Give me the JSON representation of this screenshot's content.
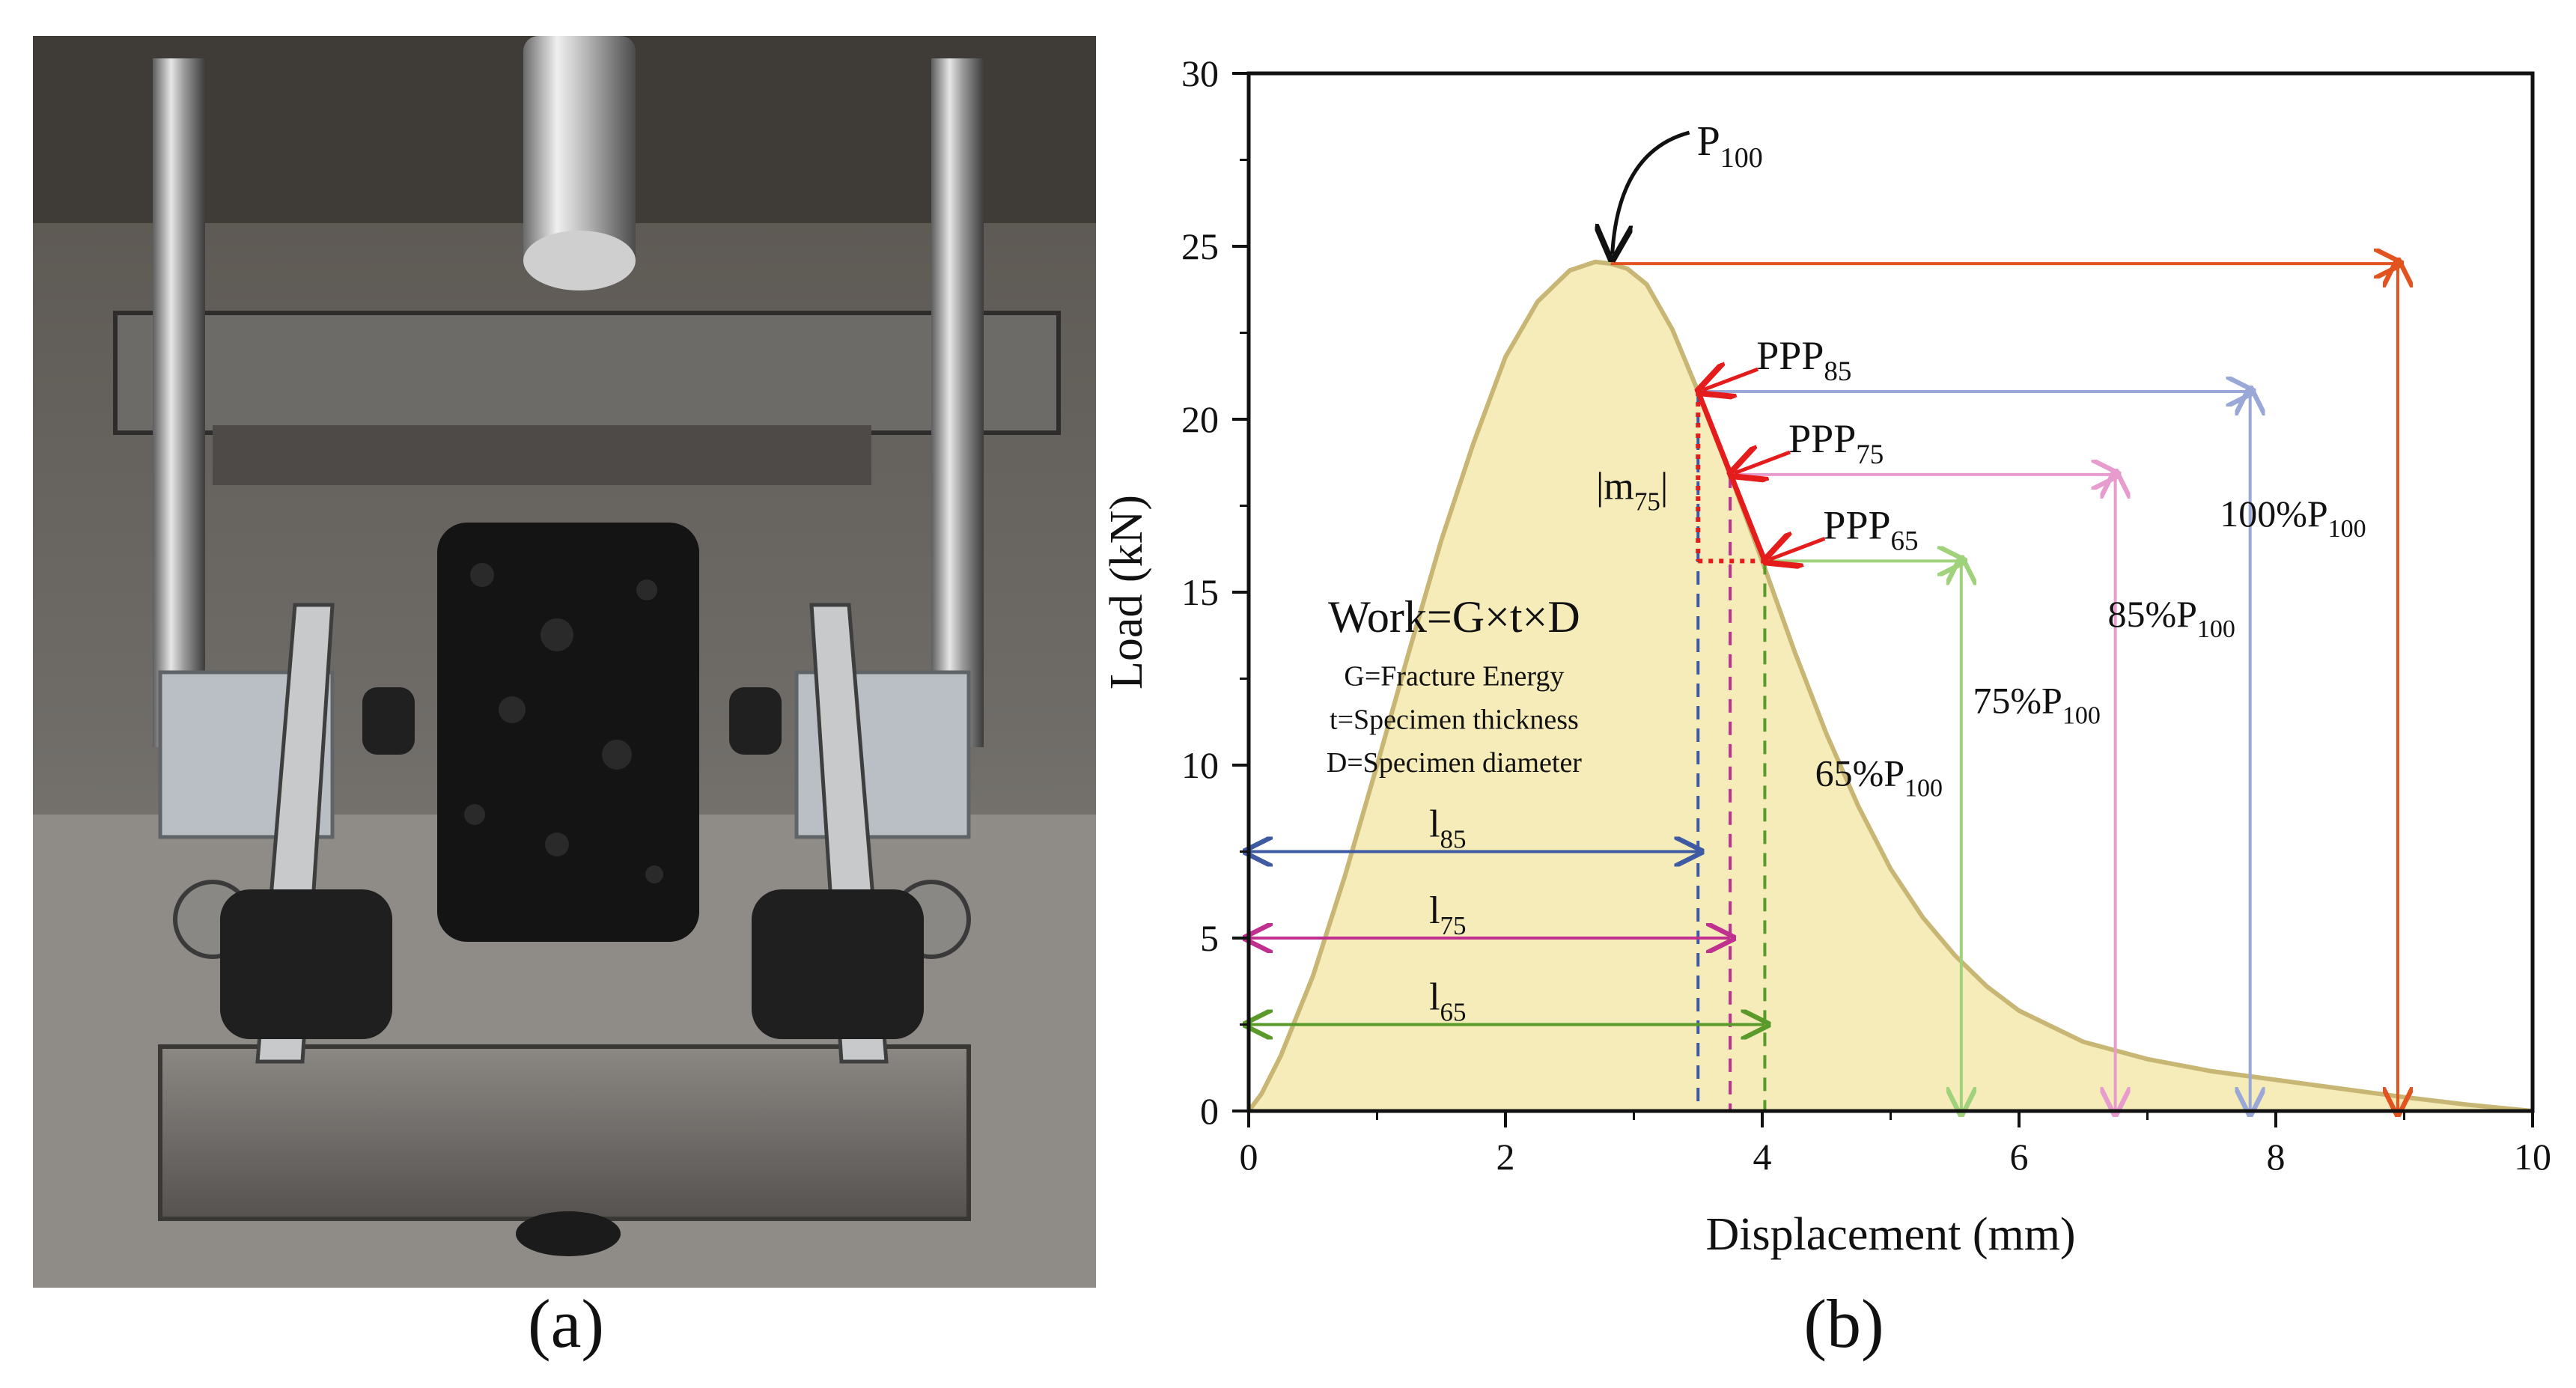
{
  "panel_a": {
    "caption": "(a)"
  },
  "panel_b": {
    "caption": "(b)"
  },
  "chart_data": {
    "type": "area",
    "xlabel": "Displacement (mm)",
    "ylabel": "Load (kN)",
    "xlim": [
      0,
      10
    ],
    "ylim": [
      0,
      30
    ],
    "x_ticks": [
      "0",
      "2",
      "4",
      "6",
      "8",
      "10"
    ],
    "y_ticks": [
      "0",
      "5",
      "10",
      "15",
      "20",
      "25",
      "30"
    ],
    "grid": false,
    "fill_color": "#f5ecb9",
    "curve_color": "#c8b675",
    "curve": {
      "x": [
        0,
        0.1,
        0.25,
        0.5,
        0.75,
        1.0,
        1.25,
        1.5,
        1.75,
        2.0,
        2.25,
        2.5,
        2.7,
        2.82,
        2.95,
        3.1,
        3.3,
        3.5,
        3.75,
        4.0,
        4.25,
        4.5,
        4.75,
        5.0,
        5.25,
        5.5,
        5.75,
        6.0,
        6.5,
        7.0,
        7.5,
        8.0,
        8.5,
        9.0,
        9.5,
        10.0
      ],
      "y": [
        0,
        0.5,
        1.6,
        3.9,
        6.8,
        10.0,
        13.3,
        16.5,
        19.3,
        21.8,
        23.4,
        24.3,
        24.55,
        24.5,
        24.35,
        23.9,
        22.6,
        20.8,
        18.4,
        15.9,
        13.3,
        10.9,
        8.8,
        7.0,
        5.6,
        4.5,
        3.6,
        2.9,
        2.0,
        1.5,
        1.15,
        0.9,
        0.65,
        0.4,
        0.18,
        0
      ]
    },
    "peak": {
      "x": 2.82,
      "y": 24.5,
      "label": "P",
      "label_sub": "100"
    },
    "points": [
      {
        "name": "PPP",
        "sub": "85",
        "x": 3.5,
        "y": 20.8,
        "color": "#9aa8d8"
      },
      {
        "name": "PPP",
        "sub": "75",
        "x": 3.75,
        "y": 18.4,
        "color": "#e79ccd"
      },
      {
        "name": "PPP",
        "sub": "65",
        "x": 4.02,
        "y": 15.9,
        "color": "#9fd27a"
      }
    ],
    "level_lines": [
      {
        "label": "100%P",
        "label_sub": "100",
        "y": 24.5,
        "x_end": 8.95,
        "color": "#e2531f"
      },
      {
        "label": "85%P",
        "label_sub": "100",
        "y": 20.8,
        "x_end": 7.8,
        "color": "#9aa8d8"
      },
      {
        "label": "75%P",
        "label_sub": "100",
        "y": 18.4,
        "x_end": 6.75,
        "color": "#e79ccd"
      },
      {
        "label": "65%P",
        "label_sub": "100",
        "y": 15.9,
        "x_end": 5.55,
        "color": "#9fd27a"
      }
    ],
    "length_arrows": [
      {
        "label": "l",
        "label_sub": "85",
        "y": 7.5,
        "x_end": 3.5,
        "color": "#3e5aa3"
      },
      {
        "label": "l",
        "label_sub": "75",
        "y": 5.0,
        "x_end": 3.75,
        "color": "#c0308f"
      },
      {
        "label": "l",
        "label_sub": "65",
        "y": 2.5,
        "x_end": 4.02,
        "color": "#5a9a2a"
      }
    ],
    "slope_label": "|m",
    "slope_label_sub": "75",
    "slope_label_end": "|",
    "slope_color": "#e41c1c",
    "annotations": {
      "work": "Work=G×t×D",
      "g": "G=Fracture Energy",
      "t": "t=Specimen thickness",
      "d": "D=Specimen diameter"
    }
  }
}
